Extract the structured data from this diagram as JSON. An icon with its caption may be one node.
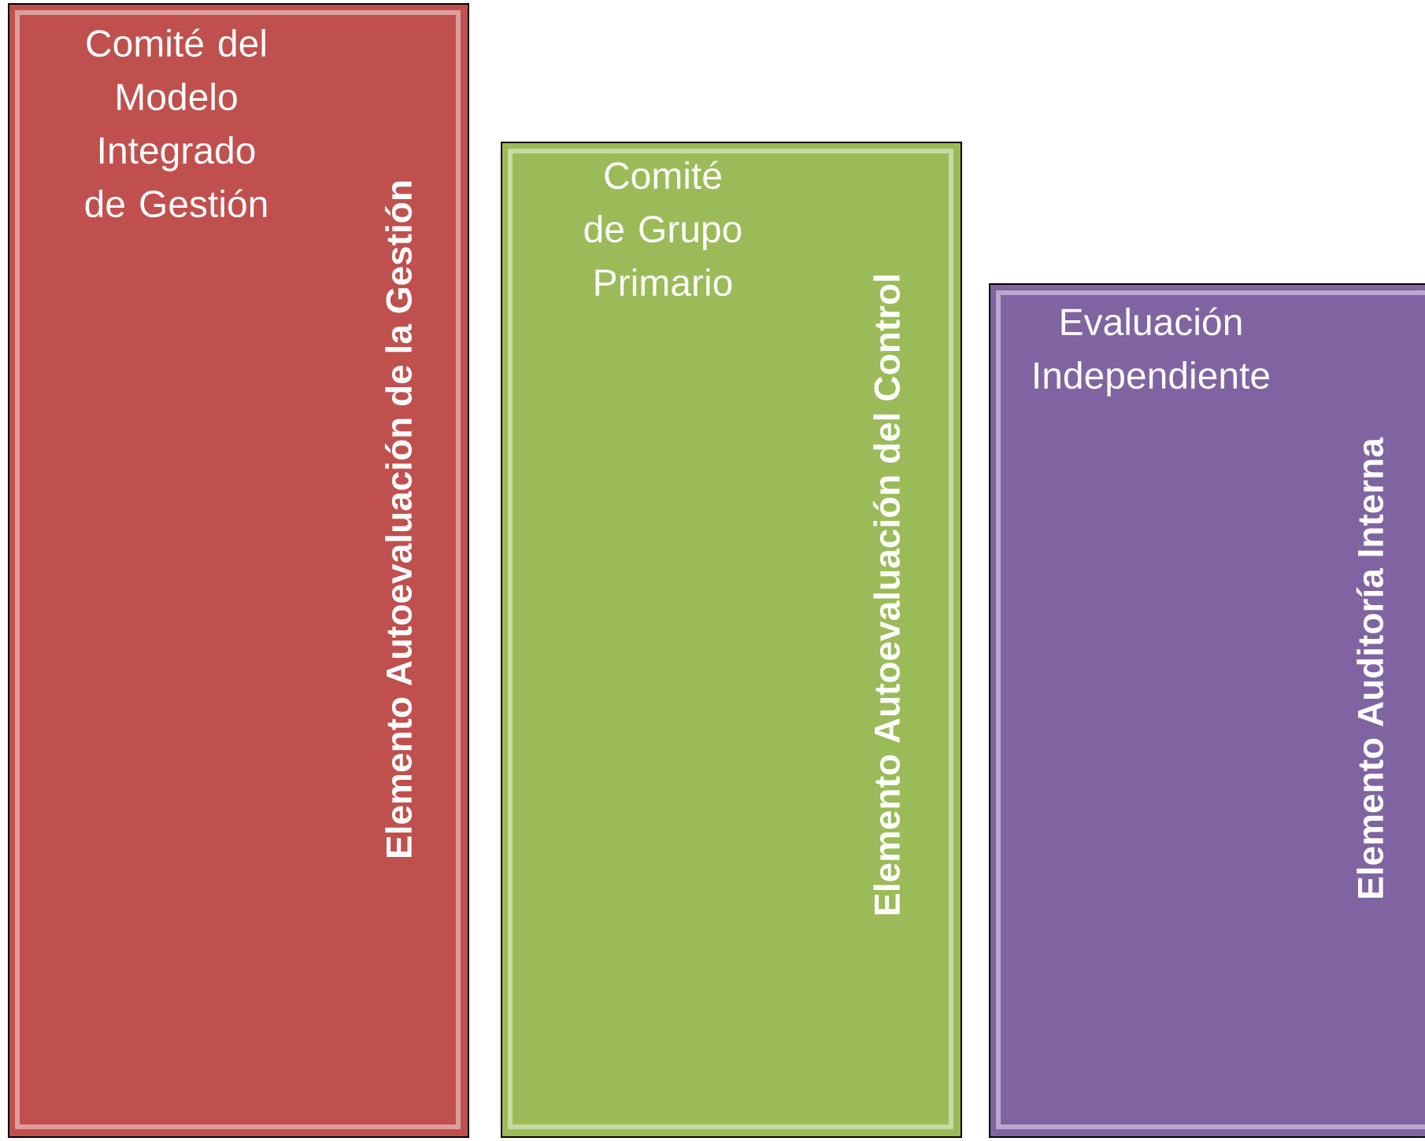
{
  "diagram": {
    "nodes": [
      {
        "text": [
          "Comité del Modelo Integrado de Gestión",
          "Elemento Autoevaluación de la Gestión"
        ]
      },
      {
        "text": [
          "Comité de Grupo Primario",
          "Elemento Autoevaluación del Control"
        ]
      },
      {
        "text": [
          "Evaluación Independiente",
          "Elemento Auditoría Interna"
        ]
      }
    ]
  }
}
